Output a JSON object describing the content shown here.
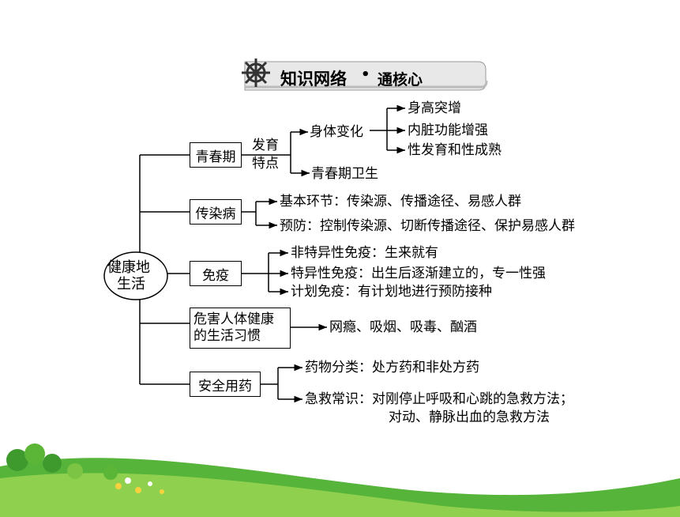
{
  "header": {
    "title": "知识网络",
    "dot": "•",
    "subtitle": "通核心"
  },
  "center": {
    "line1": "健康地",
    "line2": "生活"
  },
  "branches": {
    "puberty": {
      "label": "青春期",
      "feature1": "发育",
      "feature2": "特点",
      "body_change": "身体变化",
      "body_items": [
        "身高突增",
        "内脏功能增强",
        "性发育和性成熟"
      ],
      "hygiene": "青春期卫生"
    },
    "infectious": {
      "label": "传染病",
      "items": [
        "基本环节：传染源、传播途径、易感人群",
        "预防：控制传染源、切断传播途径、保护易感人群"
      ]
    },
    "immunity": {
      "label": "免疫",
      "items": [
        "非特异性免疫：生来就有",
        "特异性免疫：出生后逐渐建立的，专一性强",
        "计划免疫：有计划地进行预防接种"
      ]
    },
    "habits": {
      "line1": "危害人体健康",
      "line2": "的生活习惯",
      "items": "网瘾、吸烟、吸毒、酗酒"
    },
    "medication": {
      "label": "安全用药",
      "items": [
        "药物分类：处方药和非处方药",
        "急救常识：对刚停止呼吸和心跳的急救方法；",
        "对动、静脉出血的急救方法"
      ]
    }
  },
  "colors": {
    "green_dark": "#3f9a2e",
    "green_light": "#8fd14f",
    "line": "#000000"
  }
}
